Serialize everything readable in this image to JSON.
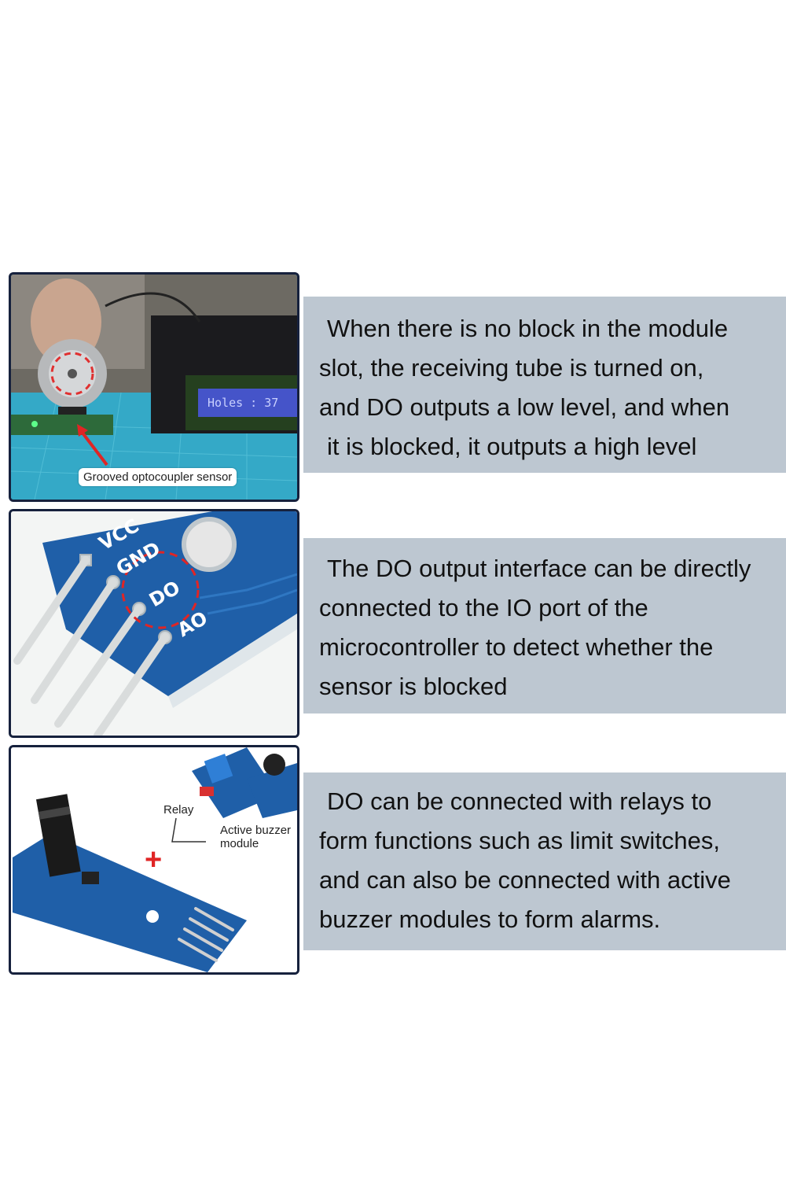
{
  "panels": [
    {
      "image": "optocoupler-motor-demo-photo",
      "callout": "Grooved optocoupler sensor",
      "lcd_text": "Holes : 37",
      "text_lines": [
        "When there is no block in the module",
        "slot, the receiving tube is turned on,",
        "and DO outputs a low level, and when",
        "it is blocked, it outputs a high level"
      ]
    },
    {
      "image": "sensor-pin-header-closeup-photo",
      "pins": [
        "VCC",
        "GND",
        "DO",
        "AO"
      ],
      "text_lines": [
        "The DO output interface can be directly",
        "connected to the IO port of the",
        "microcontroller to detect whether the",
        "sensor is blocked"
      ]
    },
    {
      "image": "sensor-relay-buzzer-combination-photo",
      "label_relay": "Relay",
      "label_buzzer_1": "Active buzzer",
      "label_buzzer_2": "module",
      "plus_sign": "+",
      "text_lines": [
        "DO can be connected with relays to",
        "form functions such as limit switches,",
        "and can also be connected with active",
        "buzzer modules to form alarms."
      ]
    }
  ],
  "colors": {
    "text_box_bg": "#bdc7d1",
    "panel_border": "#16213d",
    "pcb_blue": "#1f5fa8",
    "plus_red": "#e02525"
  }
}
